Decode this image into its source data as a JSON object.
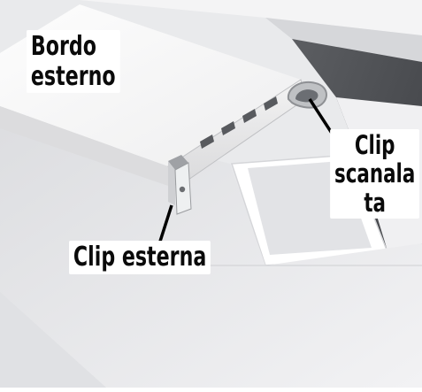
{
  "labels": {
    "outer_edge": "Bordo\nesterno",
    "slotted_clip": "Clip\nscanala\nta",
    "external_clip": "Clip esterna"
  }
}
